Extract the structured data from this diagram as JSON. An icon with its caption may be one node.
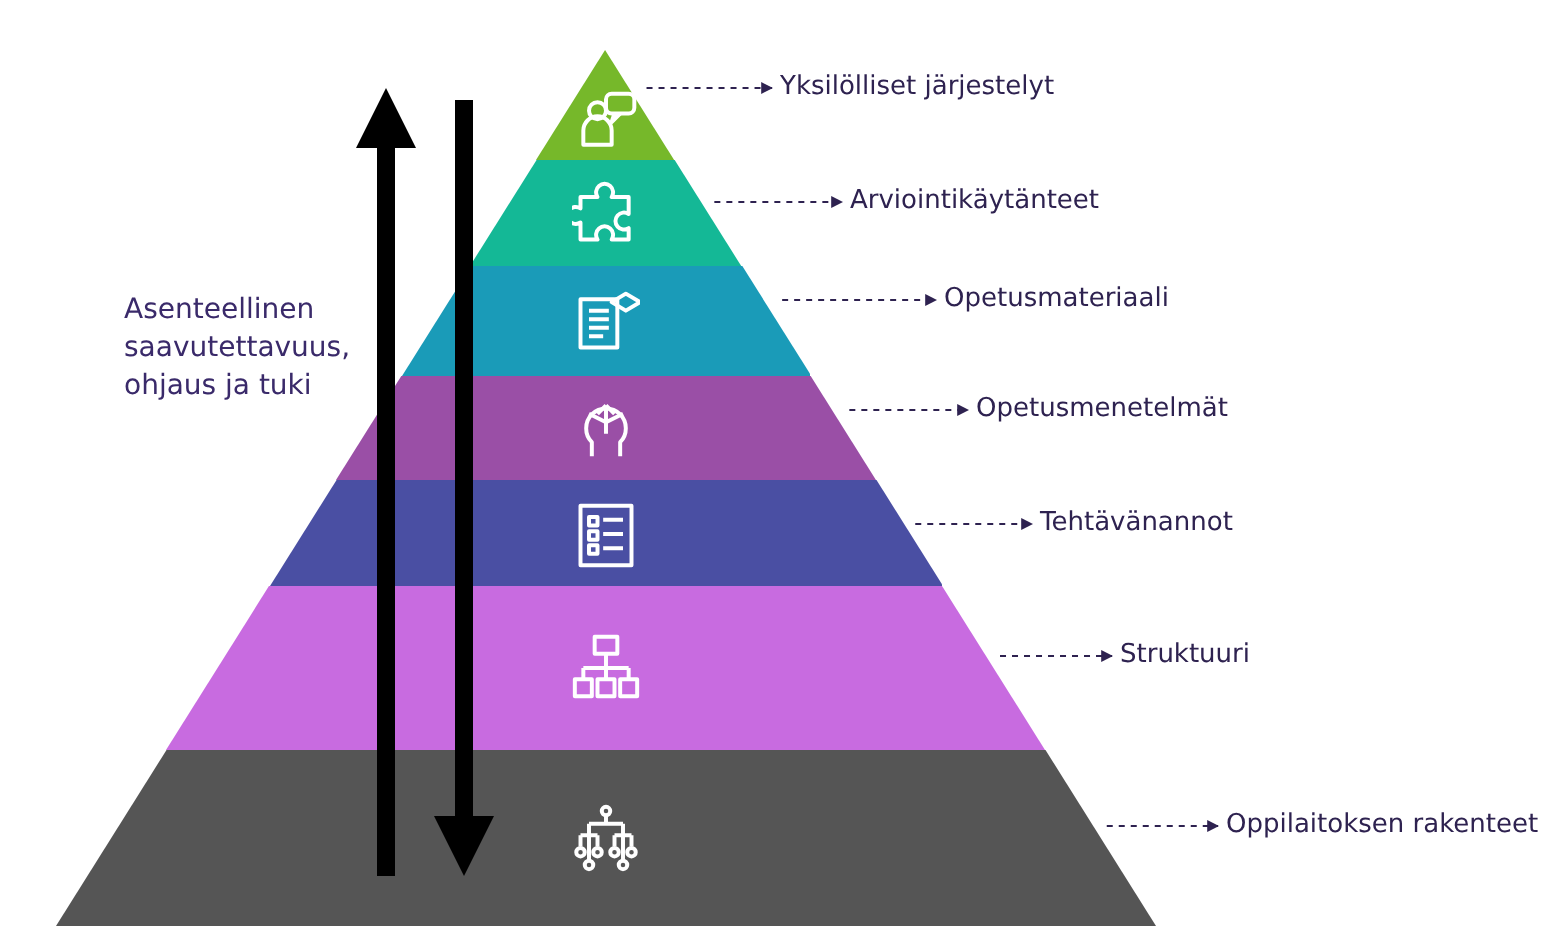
{
  "diagram": {
    "nodes": [
      {
        "text": [],
        "shape": "triangle"
      },
      {
        "text": [],
        "shape": "trapezoid"
      },
      {
        "text": [],
        "shape": "trapezoid"
      },
      {
        "text": [],
        "shape": "trapezoid"
      },
      {
        "text": [],
        "shape": "trapezoid"
      },
      {
        "text": [],
        "shape": "trapezoid"
      },
      {
        "text": [],
        "shape": "trapezoid"
      },
      {
        "text": [
          "Yksilölliset järjestelyt"
        ]
      },
      {
        "text": [
          "Arviointikäytänteet"
        ]
      },
      {
        "text": [
          "Opetusmateriaali"
        ]
      },
      {
        "text": [
          "Opetusmenetelmät"
        ]
      },
      {
        "text": [
          "Tehtävänannot"
        ]
      },
      {
        "text": [
          "Struktuuri"
        ]
      },
      {
        "text": [
          "Oppilaitoksen rakenteet"
        ]
      }
    ],
    "edges": [
      {
        "from": 0,
        "to": 7,
        "arrow": "to",
        "style": "dashed"
      },
      {
        "from": 1,
        "to": 8,
        "arrow": "to",
        "style": "dashed"
      },
      {
        "from": 2,
        "to": 9,
        "arrow": "to",
        "style": "dashed"
      },
      {
        "from": 3,
        "to": 10,
        "arrow": "to",
        "style": "dashed"
      },
      {
        "from": 4,
        "to": 11,
        "arrow": "to",
        "style": "dashed"
      },
      {
        "from": 5,
        "to": 12,
        "arrow": "to",
        "style": "dashed"
      },
      {
        "from": 6,
        "to": 13,
        "arrow": "to",
        "style": "dashed"
      }
    ],
    "labels": [
      "Asenteellinen saavutettavuus, ohjaus ja tuki"
    ]
  }
}
